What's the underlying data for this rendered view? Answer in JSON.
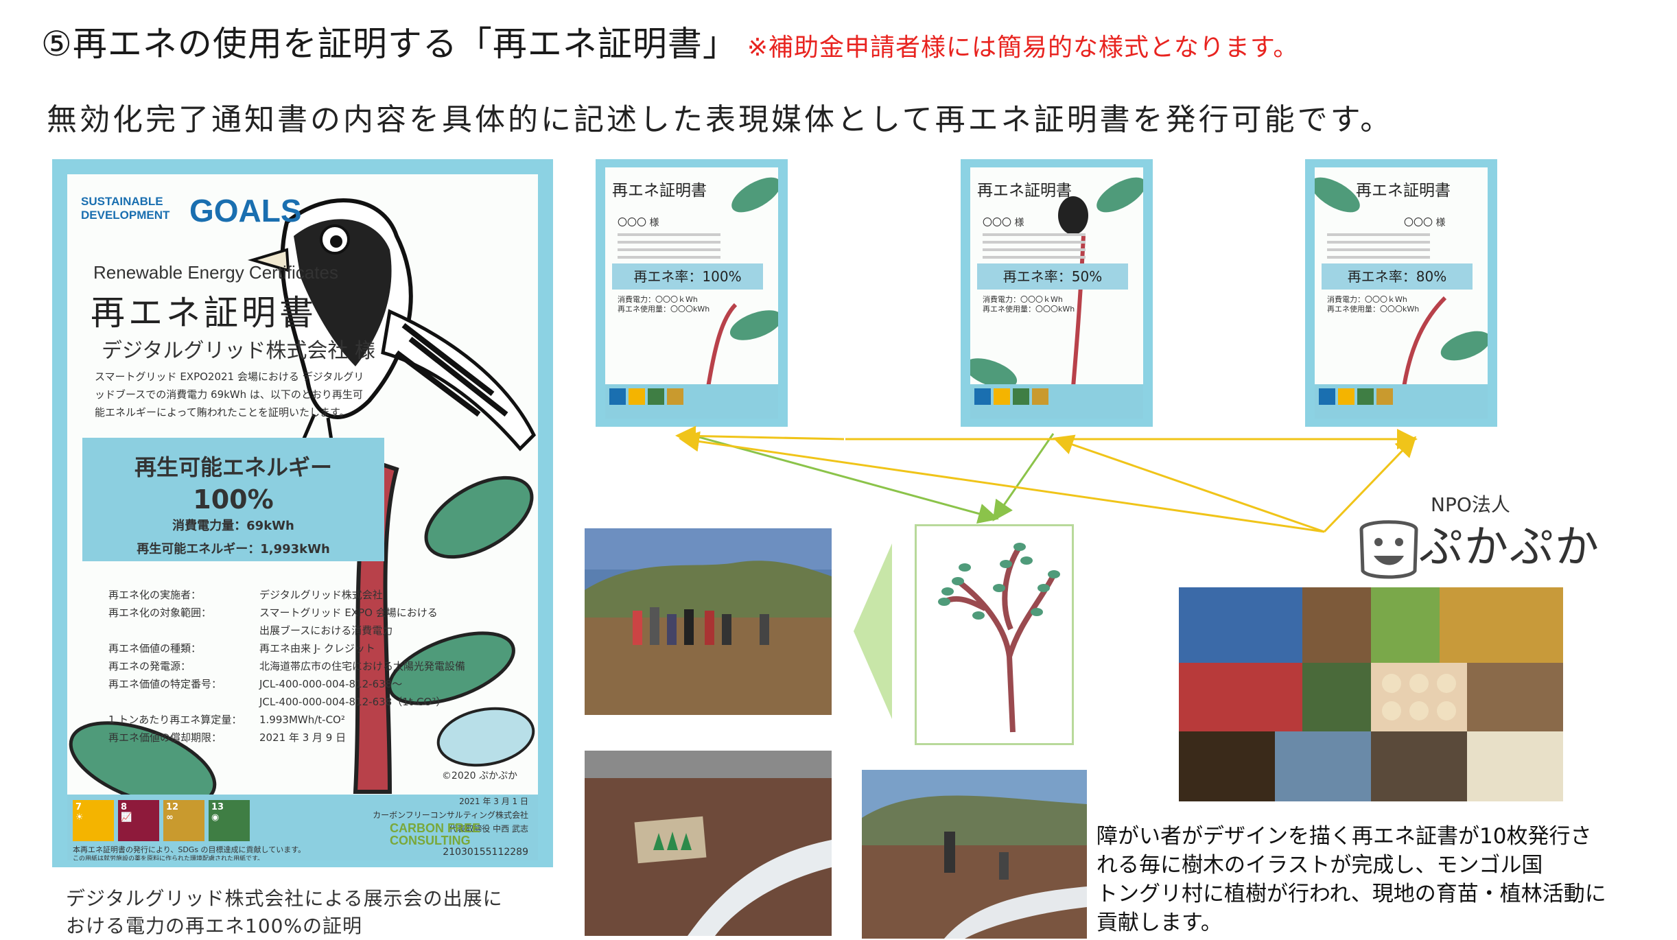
{
  "header": {
    "title": "⑤再エネの使用を証明する「再エネ証明書」",
    "note": "※補助金申請者様には簡易的な様式となります。",
    "subtitle": "無効化完了通知書の内容を具体的に記述した表現媒体として再エネ証明書を発行可能です。"
  },
  "main_certificate": {
    "sdg_line1": "SUSTAINABLE",
    "sdg_line2": "DEVELOPMENT",
    "sdg_goals": "GOALS",
    "title_en": "Renewable Energy Certificates",
    "title_jp": "再エネ証明書",
    "company": "デジタルグリッド株式会社 様",
    "description": "スマートグリッド EXPO2021 会場における デジタルグリッドブースでの消費電力 69kWh は、以下のとおり再生可能エネルギーによって賄われたことを証明いたします。",
    "energy_label": "再生可能エネルギー",
    "energy_percent": "100%",
    "consumption": "消費電力量：69kWh",
    "renewable_amount": "再生可能エネルギー：1,993kWh",
    "details": [
      {
        "key": "再エネ化の実施者：",
        "value": "デジタルグリッド株式会社"
      },
      {
        "key": "再エネ化の対象範囲：",
        "value": "スマートグリッド EXPO 会場における"
      },
      {
        "key": "",
        "value": "出展ブースにおける消費電力"
      },
      {
        "key": "再エネ価値の種類：",
        "value": "再エネ由来 J- クレジット"
      },
      {
        "key": "再エネの発電源：",
        "value": "北海道帯広市の住宅における太陽光発電設備"
      },
      {
        "key": "再エネ価値の特定番号：",
        "value": "JCL-400-000-004-812-638～"
      },
      {
        "key": "",
        "value": "JCL-400-000-004-812-638（1t-CO²）"
      },
      {
        "key": "1 トンあたり再エネ算定量：",
        "value": "1.993MWh/t-CO²"
      },
      {
        "key": "再エネ価値の償却期限：",
        "value": "2021 年 3 月 9 日"
      }
    ],
    "copyright": "©2020 ぷかぷか",
    "issue_date": "2021 年 3 月 1 日",
    "issuer": "カーボンフリーコンサルティング株式会社",
    "representative": "代表取締役 中西 武志",
    "cfc_line1": "CARBON FREE",
    "cfc_line2": "CONSULTING",
    "sdg_note": "本再エネ証明書の発行により、SDGs の目標達成に貢献しています。",
    "paper_note": "この用紙は就労施設の薬を原料に作られた環境配慮された用紙です。",
    "cert_id": "21030155112289",
    "sdg_goals_list": [
      {
        "num": "7",
        "color": "#f4b400"
      },
      {
        "num": "8",
        "color": "#8e1a3b"
      },
      {
        "num": "12",
        "color": "#c99a2e"
      },
      {
        "num": "13",
        "color": "#3f7e44"
      }
    ]
  },
  "caption_left": {
    "line1": "デジタルグリッド株式会社による展示会の出展に",
    "line2": "おける電力の再エネ100%の証明"
  },
  "small_certificates": [
    {
      "title": "再エネ証明書",
      "sama": "〇〇〇 様",
      "rate": "再エネ率：100%",
      "sub1": "消費電力：〇〇〇ｋWh",
      "sub2": "再エネ使用量：〇〇〇kWh"
    },
    {
      "title": "再エネ証明書",
      "sama": "〇〇〇 様",
      "rate": "再エネ率：50%",
      "sub1": "消費電力：〇〇〇ｋWh",
      "sub2": "再エネ使用量：〇〇〇kWh"
    },
    {
      "title": "再エネ証明書",
      "sama": "〇〇〇 様",
      "rate": "再エネ率：80%",
      "sub1": "消費電力：〇〇〇ｋWh",
      "sub2": "再エネ使用量：〇〇〇kWh"
    }
  ],
  "npo": {
    "label": "NPO法人",
    "name": "ぷかぷか"
  },
  "caption_right": {
    "line1": "障がい者がデザインを描く再エネ証書が10枚発行さ",
    "line2": "れる毎に樹木のイラストが完成し、モンゴル国",
    "line3": "トングリ村に植樹が行われ、現地の育苗・植林活動に",
    "line4": "貢献します。"
  },
  "colors": {
    "title_note": "#e8231f",
    "cert_frame": "#8cd2e3",
    "arrow_green": "#8bc34a",
    "arrow_yellow": "#f0c419",
    "tree_frame": "#b8d99a"
  }
}
